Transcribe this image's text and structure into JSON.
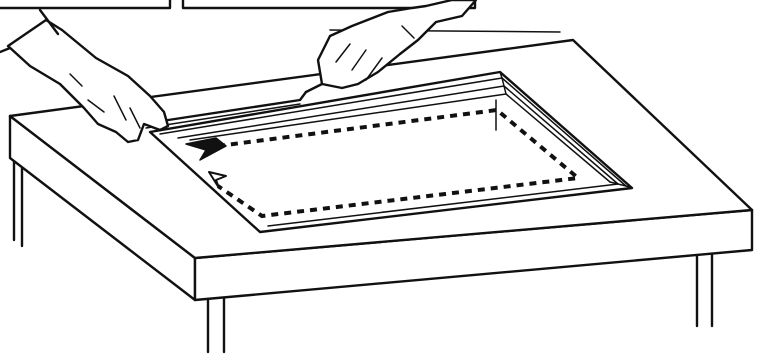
{
  "figure": {
    "subject": "installation-seal-step",
    "colors": {
      "line": "#111111",
      "background": "#ffffff"
    },
    "sealant_path": {
      "style": "dashed",
      "direction": "clockwise",
      "start_marker": "filled-arrow",
      "end_marker": "hollow-arrow"
    }
  }
}
